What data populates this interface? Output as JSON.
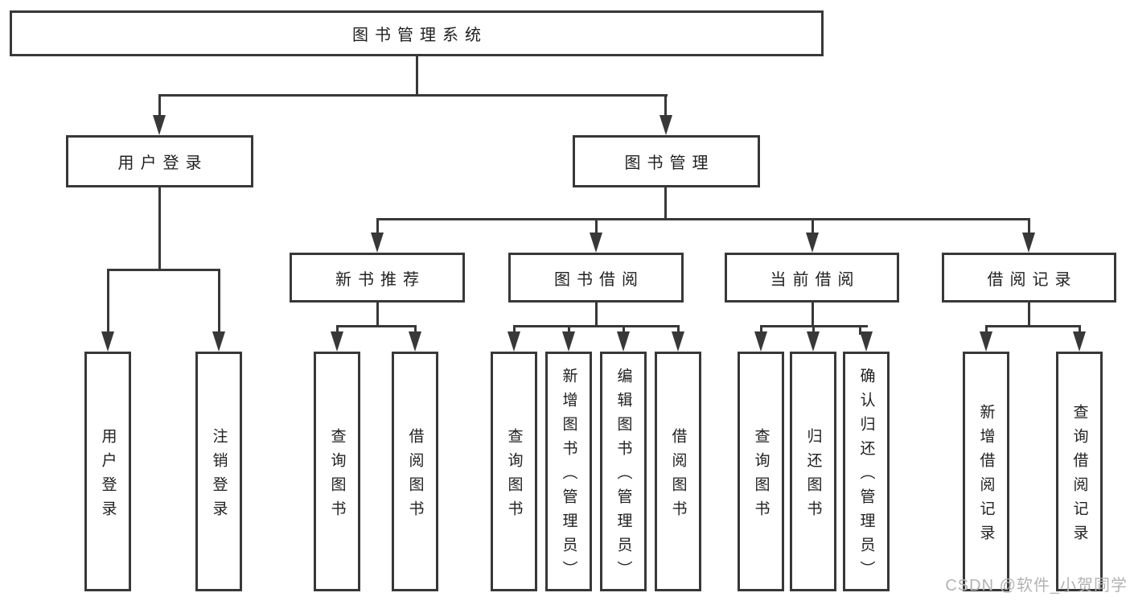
{
  "diagram": {
    "root": {
      "label": "图书管理系统"
    },
    "level2": [
      {
        "label": "用户登录"
      },
      {
        "label": "图书管理"
      }
    ],
    "level3": [
      {
        "label": "新书推荐"
      },
      {
        "label": "图书借阅"
      },
      {
        "label": "当前借阅"
      },
      {
        "label": "借阅记录"
      }
    ],
    "leaves": [
      {
        "label": "用户登录"
      },
      {
        "label": "注销登录"
      },
      {
        "label": "查询图书"
      },
      {
        "label": "借阅图书"
      },
      {
        "label": "查询图书"
      },
      {
        "label": "新增图书（管理员）"
      },
      {
        "label": "编辑图书（管理员）"
      },
      {
        "label": "借阅图书"
      },
      {
        "label": "查询图书"
      },
      {
        "label": "归还图书"
      },
      {
        "label": "确认归还（管理员）"
      },
      {
        "label": "新增借阅记录"
      },
      {
        "label": "查询借阅记录"
      }
    ]
  },
  "watermark": {
    "text": "CSDN @软件_小贺同学"
  },
  "colors": {
    "line": "#383838",
    "text": "#212121",
    "watermark": "#b5b2b2",
    "background": "#ffffff"
  }
}
